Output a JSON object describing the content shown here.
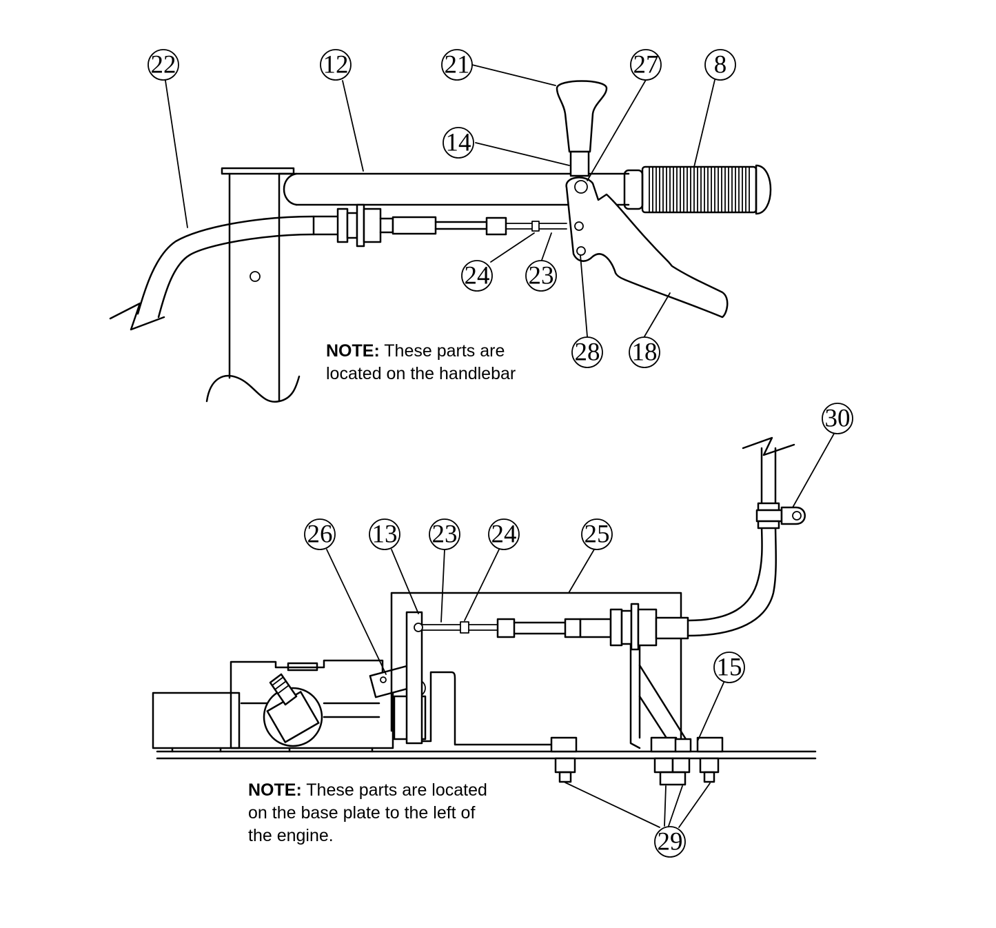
{
  "top_view": {
    "note_label": "NOTE:",
    "note_text_line1": " These parts are",
    "note_text_line2": "located on the handlebar",
    "callouts": {
      "c22": "22",
      "c12": "12",
      "c21": "21",
      "c27": "27",
      "c8": "8",
      "c14": "14",
      "c24": "24",
      "c23": "23",
      "c28": "28",
      "c18": "18"
    }
  },
  "bottom_view": {
    "note_label": "NOTE:",
    "note_text_line1": " These parts are located",
    "note_text_line2": "on the base plate to the left of",
    "note_text_line3": "the engine.",
    "callouts": {
      "c30": "30",
      "c26": "26",
      "c13": "13",
      "c23": "23",
      "c24": "24",
      "c25": "25",
      "c15": "15",
      "c29": "29"
    }
  }
}
